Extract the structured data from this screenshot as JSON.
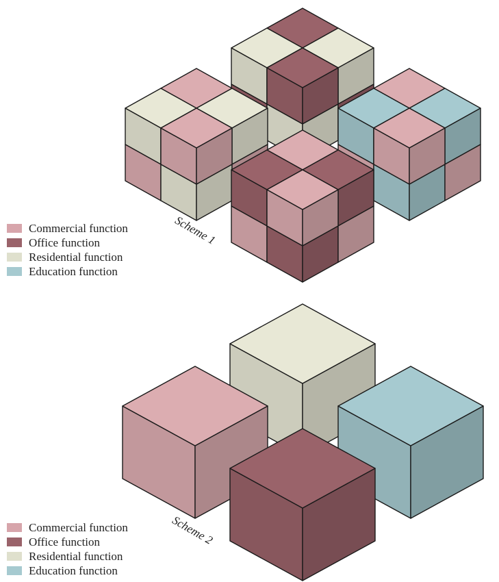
{
  "colors": {
    "commercial": "#dcadb1",
    "office": "#9a636a",
    "residential": "#e8e8d6",
    "education": "#a6cad0",
    "outline": "#1a1a1a"
  },
  "legend1": [
    {
      "label": "Commercial function",
      "color": "#d7a5ab"
    },
    {
      "label": "Office function",
      "color": "#9a636a"
    },
    {
      "label": "Residential function",
      "color": "#dfe0cd"
    },
    {
      "label": "Education function",
      "color": "#a6cad0"
    }
  ],
  "legend2": [
    {
      "label": "Commercial function",
      "color": "#d7a5ab"
    },
    {
      "label": "Office function",
      "color": "#9a636a"
    },
    {
      "label": "Residential function",
      "color": "#dfe0cd"
    },
    {
      "label": "Education function",
      "color": "#a6cad0"
    }
  ],
  "scheme1_label": "Scheme 1",
  "scheme2_label": "Scheme 2",
  "scheme1_blocks": [
    {
      "name": "top-block",
      "cubes": {
        "top": [
          "office",
          "residential",
          "residential",
          "office"
        ],
        "left": [
          "residential",
          "office",
          "office",
          "residential"
        ],
        "right": [
          "office",
          "residential",
          "residential",
          "office"
        ]
      }
    },
    {
      "name": "left-block",
      "cubes": {
        "top": [
          "commercial",
          "residential",
          "residential",
          "commercial"
        ],
        "left": [
          "residential",
          "commercial",
          "commercial",
          "residential"
        ],
        "right": [
          "commercial",
          "residential",
          "residential",
          "commercial"
        ]
      }
    },
    {
      "name": "right-block",
      "cubes": {
        "top": [
          "commercial",
          "education",
          "education",
          "commercial"
        ],
        "left": [
          "education",
          "commercial",
          "commercial",
          "education"
        ],
        "right": [
          "commercial",
          "education",
          "education",
          "commercial"
        ]
      }
    },
    {
      "name": "front-block",
      "cubes": {
        "top": [
          "commercial",
          "office",
          "office",
          "commercial"
        ],
        "left": [
          "office",
          "commercial",
          "commercial",
          "office"
        ],
        "right": [
          "commercial",
          "office",
          "office",
          "commercial"
        ]
      }
    }
  ],
  "scheme2_blocks": [
    {
      "name": "top-block",
      "function": "residential"
    },
    {
      "name": "left-block",
      "function": "commercial"
    },
    {
      "name": "right-block",
      "function": "education"
    },
    {
      "name": "front-block",
      "function": "office"
    }
  ]
}
